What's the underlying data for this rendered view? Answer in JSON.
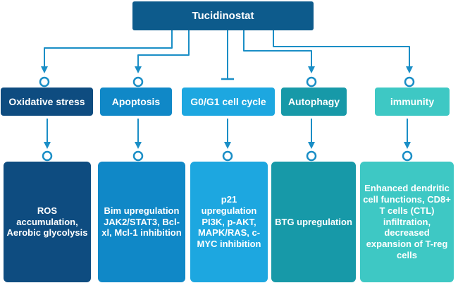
{
  "root": {
    "label": "Tucidinostat",
    "color": "#0d5b8c"
  },
  "mechanisms": [
    {
      "label": "Oxidative stress",
      "outcome": "ROS accumulation, Aerobic glycolysis",
      "color": "#0e4c80",
      "link": "activate"
    },
    {
      "label": "Apoptosis",
      "outcome": "Bim upregulation JAK2/STAT3, Bcl-xl, Mcl-1 inhibition",
      "color": "#1088c7",
      "link": "activate"
    },
    {
      "label": "G0/G1 cell cycle",
      "outcome": "p21 upregulation PI3K, p-AKT, MAPK/RAS, c-MYC inhibition",
      "color": "#1da7e0",
      "link": "inhibit"
    },
    {
      "label": "Autophagy",
      "outcome": "BTG upregulation",
      "color": "#1799a8",
      "link": "activate"
    },
    {
      "label": "immunity",
      "outcome": "Enhanced dendritic cell functions, CD8+ T cells (CTL) infiltration, decreased expansion of T-reg cells",
      "color": "#3ec8c4",
      "link": "activate"
    }
  ]
}
